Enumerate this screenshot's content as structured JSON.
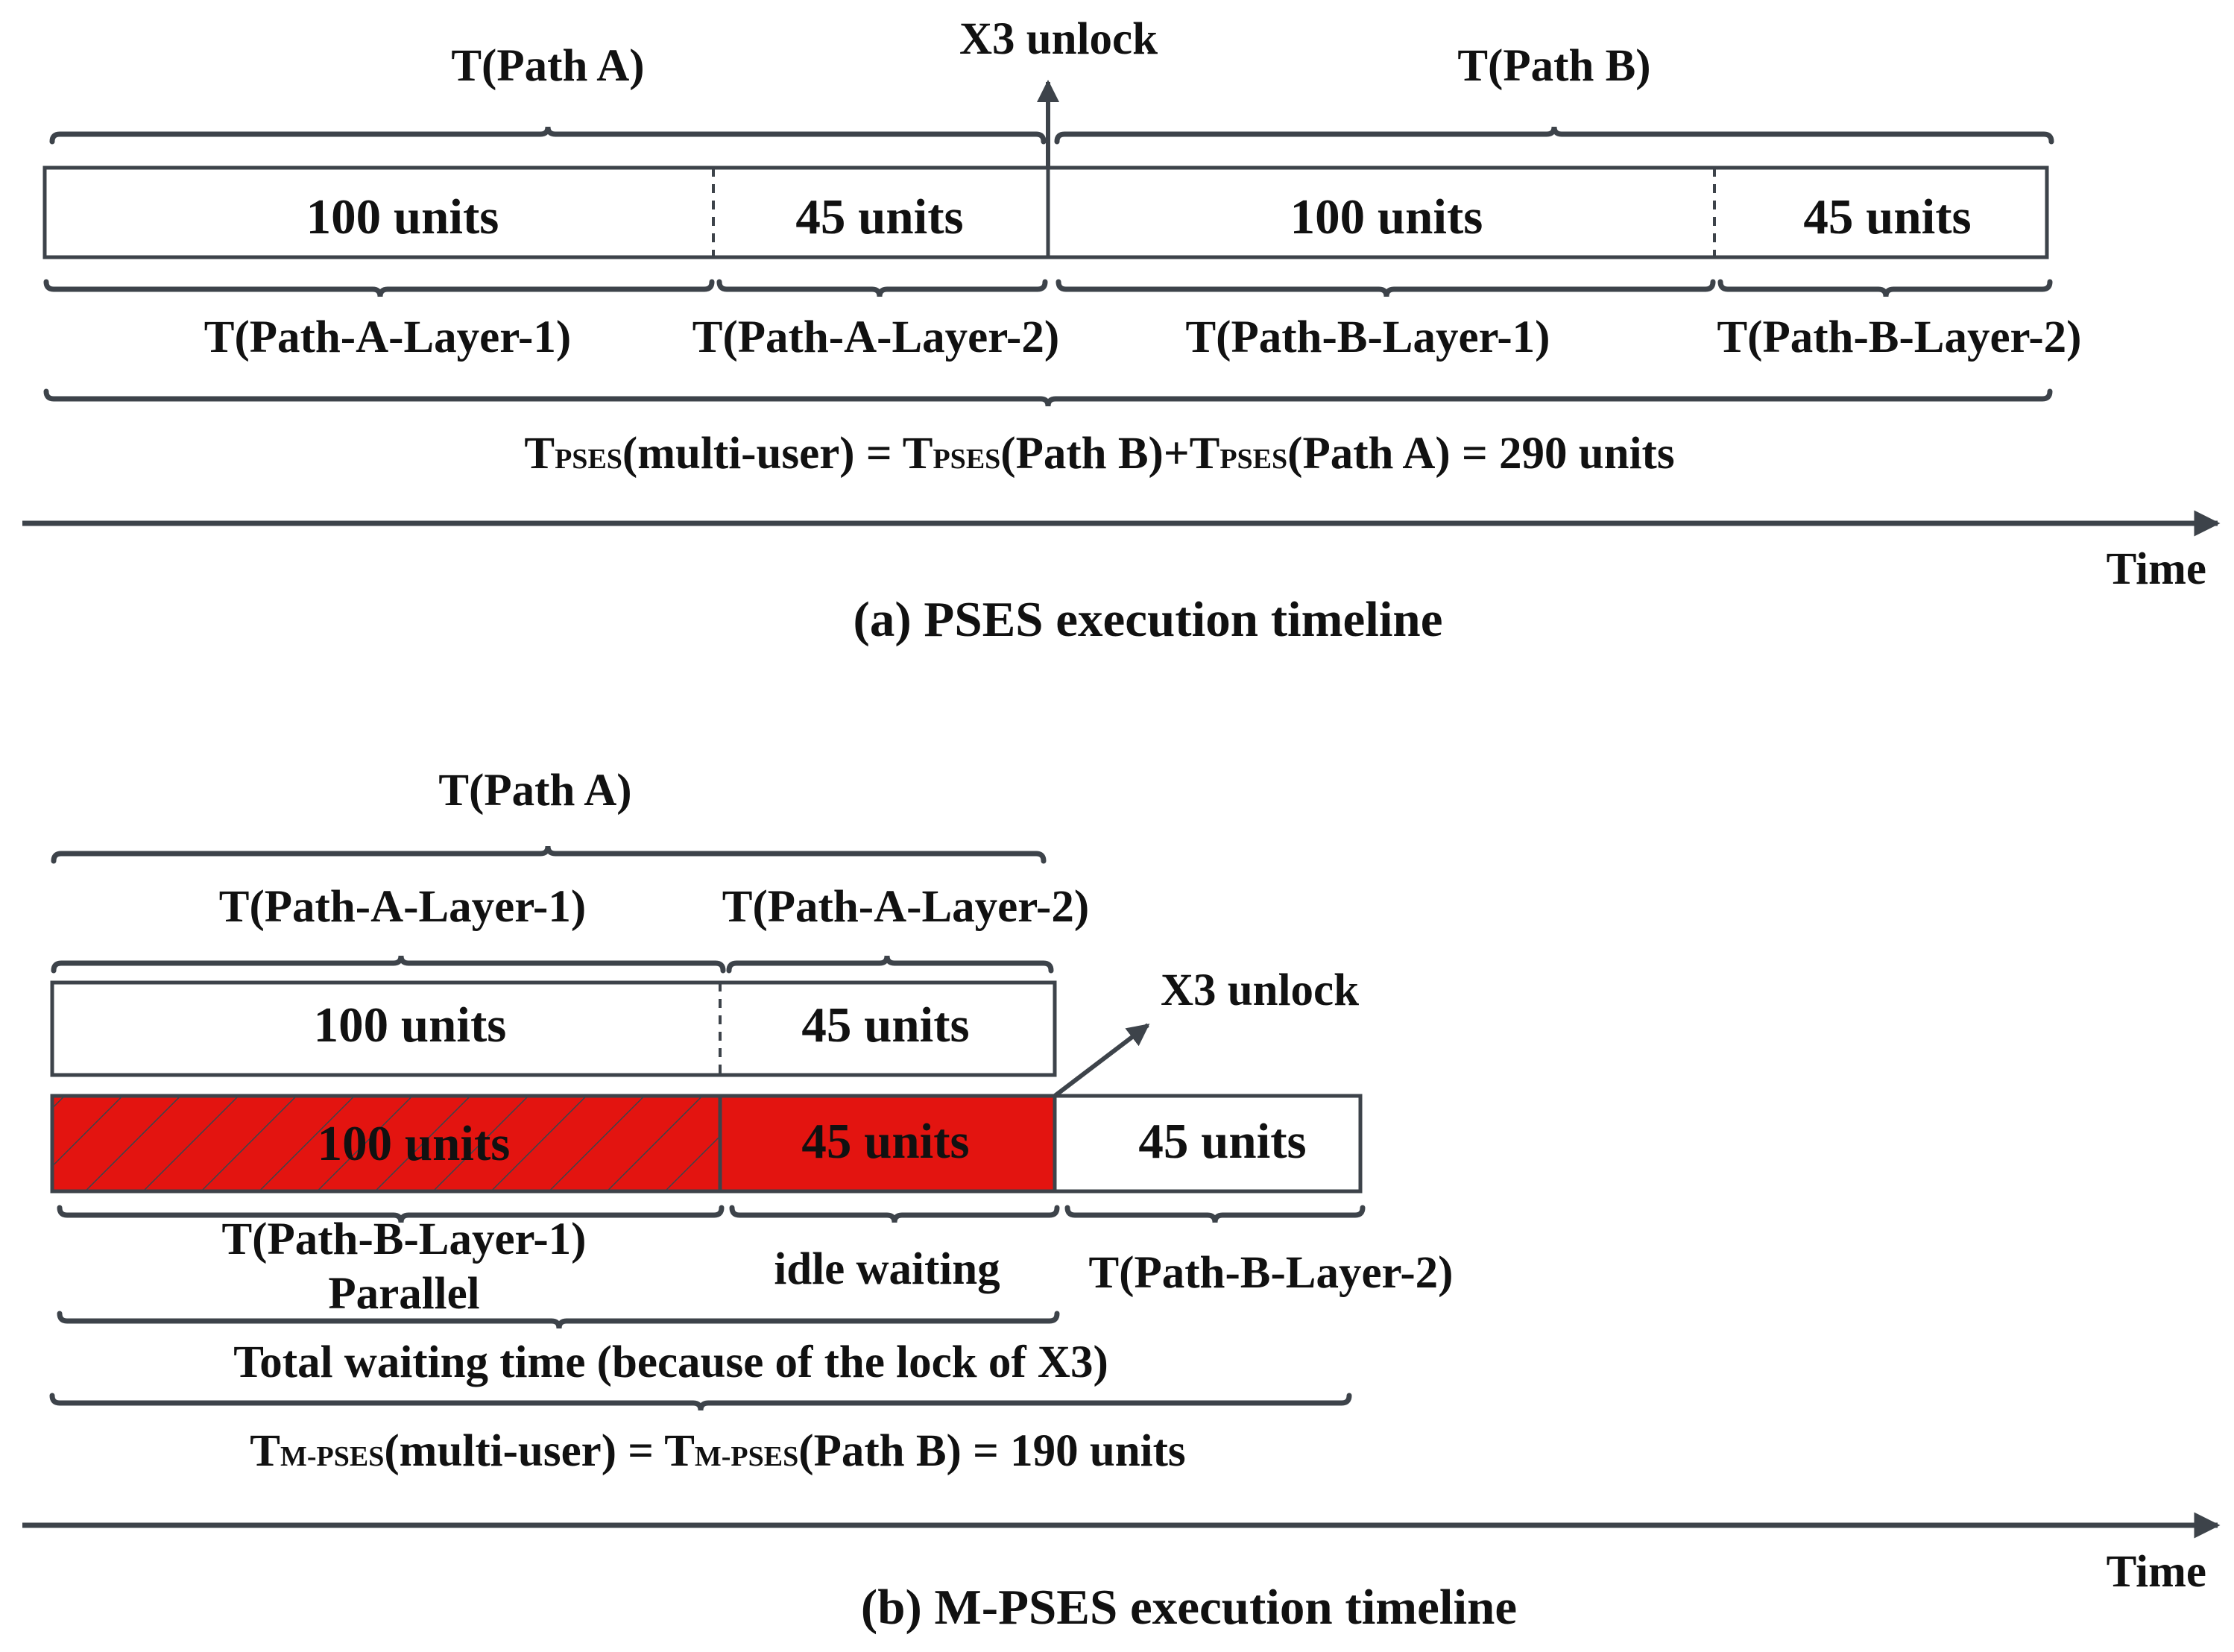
{
  "colors": {
    "ink": "#3d434a",
    "red": "#e31410",
    "white": "#ffffff"
  },
  "panel_a": {
    "path_a_label": "T(Path A)",
    "path_b_label": "T(Path B)",
    "unlock_label": "X3 unlock",
    "seg1": "100 units",
    "seg2": "45 units",
    "seg3": "100 units",
    "seg4": "45 units",
    "layer_a1": "T(Path-A-Layer-1)",
    "layer_a2": "T(Path-A-Layer-2)",
    "layer_b1": "T(Path-B-Layer-1)",
    "layer_b2": "T(Path-B-Layer-2)",
    "formula": {
      "t1": "T",
      "s1": "PSES",
      "p1": "(multi-user) = ",
      "t2": "T",
      "s2": "PSES",
      "p2": "(Path B)+",
      "t3": "T",
      "s3": "PSES",
      "p3": "(Path A) = 290 units"
    },
    "time_label": "Time",
    "caption": "(a) PSES execution timeline"
  },
  "panel_b": {
    "path_a_label": "T(Path A)",
    "layer_a1": "T(Path-A-Layer-1)",
    "layer_a2": "T(Path-A-Layer-2)",
    "unlock_label": "X3 unlock",
    "top_seg1": "100 units",
    "top_seg2": "45 units",
    "bot_seg1": "100 units",
    "bot_seg2": "45 units",
    "bot_seg3": "45 units",
    "layer_b1": "T(Path-B-Layer-1)",
    "parallel": "Parallel",
    "idle": "idle waiting",
    "layer_b2": "T(Path-B-Layer-2)",
    "waiting": "Total waiting time (because of the lock of X3)",
    "formula": {
      "t1": "T",
      "s1": "M-PSES",
      "p1": "(multi-user) = ",
      "t2": "T",
      "s2": "M-PSES",
      "p2": "(Path B) = 190 units"
    },
    "time_label": "Time",
    "caption": "(b) M-PSES execution timeline"
  }
}
